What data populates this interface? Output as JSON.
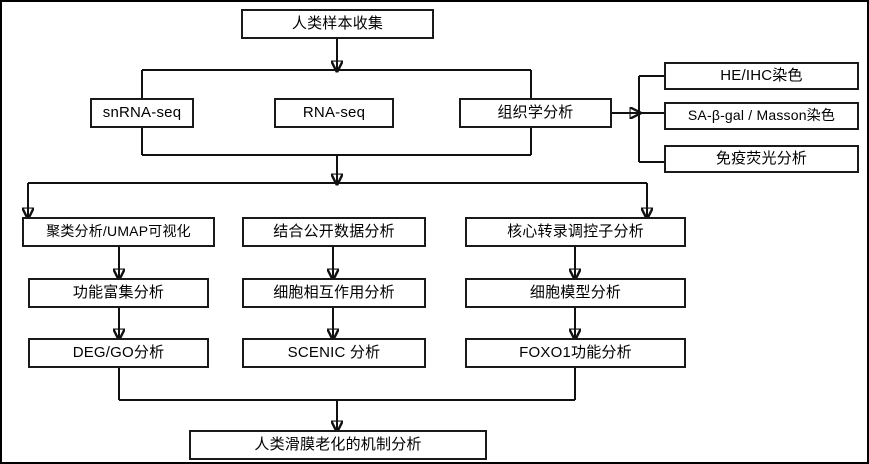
{
  "diagram": {
    "title_box": {
      "label": "人类样本收集"
    },
    "methods_row": [
      {
        "label": "snRNA-seq"
      },
      {
        "label": "RNA-seq"
      },
      {
        "label": "组织学分析"
      }
    ],
    "staining_column": [
      {
        "label": "HE/IHC染色"
      },
      {
        "label": "SA-β-gal / Masson染色"
      },
      {
        "label": "免疫荧光分析"
      }
    ],
    "analysis_columns": [
      {
        "name": "left-column",
        "steps": [
          {
            "label": "聚类分析/UMAP可视化"
          },
          {
            "label": "功能富集分析"
          },
          {
            "label": "DEG/GO分析"
          }
        ]
      },
      {
        "name": "middle-column",
        "steps": [
          {
            "label": "结合公开数据分析"
          },
          {
            "label": "细胞相互作用分析"
          },
          {
            "label": "SCENIC 分析"
          }
        ]
      },
      {
        "name": "right-column",
        "steps": [
          {
            "label": "核心转录调控子分析"
          },
          {
            "label": "细胞模型分析"
          },
          {
            "label": "FOXO1功能分析"
          }
        ]
      }
    ],
    "conclusion_box": {
      "label": "人类滑膜老化的机制分析"
    },
    "colors": {
      "stroke": "#111111",
      "box_border": "#1a1a1a",
      "background": "#ffffff",
      "text": "#000000"
    }
  }
}
